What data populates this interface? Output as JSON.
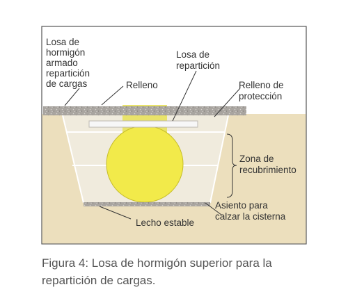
{
  "labels": {
    "losa_armada": [
      "Losa de",
      "hormigón",
      "armado",
      "repartición",
      "de cargas"
    ],
    "relleno": "Relleno",
    "losa_reparticion": [
      "Losa de",
      "repartición"
    ],
    "relleno_proteccion": [
      "Relleno de",
      "protección"
    ],
    "zona_recubrimiento": [
      "Zona de",
      "recubrimiento"
    ],
    "asiento": [
      "Asiento para",
      "calzar la cisterna"
    ],
    "lecho": "Lecho estable"
  },
  "caption": "Figura 4: Losa de hormigón superior para la repartición de cargas.",
  "colors": {
    "soil": "#ecdfbd",
    "fill_zone": "#f0ebdd",
    "tank": "#f2ea4a",
    "concrete": "#a9a5a0",
    "slab_small": "#f7f7f7",
    "text": "#333333",
    "frame": "#555555"
  }
}
